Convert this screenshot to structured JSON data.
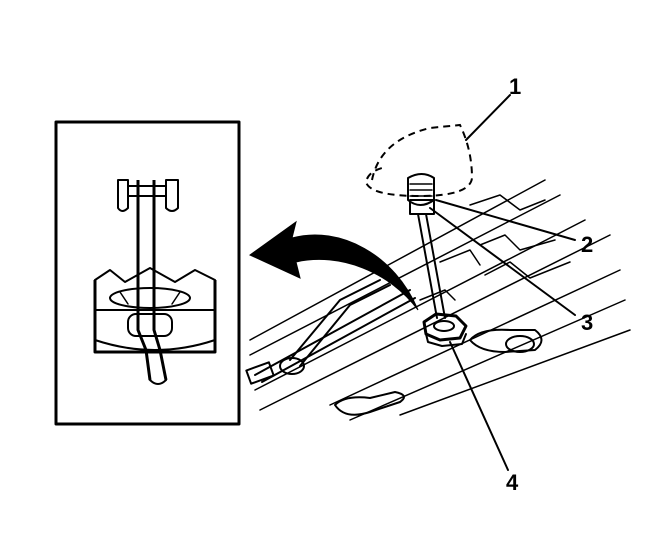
{
  "callouts": {
    "c1": "1",
    "c2": "2",
    "c3": "3",
    "c4": "4"
  },
  "icons": [
    "detail-inset",
    "curved-arrow",
    "spare-tire-hoist",
    "retainer-nut",
    "hoist-cable"
  ]
}
